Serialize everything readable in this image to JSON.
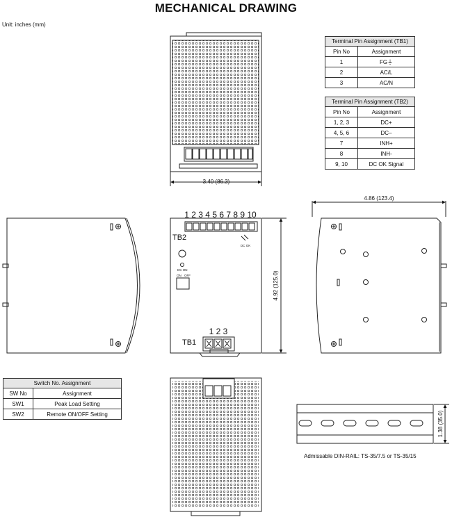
{
  "title": "MECHANICAL DRAWING",
  "unit_note": "Unit: inches (mm)",
  "tb1": {
    "caption": "Terminal Pin Assignment (TB1)",
    "headers": [
      "Pin No",
      "Assignment"
    ],
    "rows": [
      [
        "1",
        "FG⏚"
      ],
      [
        "2",
        "AC/L"
      ],
      [
        "3",
        "AC/N"
      ]
    ]
  },
  "tb2": {
    "caption": "Terminal Pin Assignment (TB2)",
    "headers": [
      "Pin No",
      "Assignment"
    ],
    "rows": [
      [
        "1, 2, 3",
        "DC+"
      ],
      [
        "4, 5, 6",
        "DC–"
      ],
      [
        "7",
        "INH+"
      ],
      [
        "8",
        "INH-"
      ],
      [
        "9, 10",
        "DC OK Signal"
      ]
    ]
  },
  "switch": {
    "caption": "Switch No. Assignment",
    "headers": [
      "SW No",
      "Assignment"
    ],
    "rows": [
      [
        "SW1",
        "Peak Load Setting"
      ],
      [
        "SW2",
        "Remote ON/OFF Setting"
      ]
    ]
  },
  "dims": {
    "width": "3.40 (86.3)",
    "depth": "4.86 (123.4)",
    "height": "4.92 (125.0)",
    "rail_height": "1.38 (35.0)"
  },
  "front_labels": {
    "tb2_pins": "1 2 3 4 5 6 7 8 9 10",
    "tb2": "TB2",
    "tb1_pins": "1  2  3",
    "tb1": "TB1",
    "dc_ok": "DC OK",
    "dc_adj": "DC ON",
    "sw_on": "ON",
    "sw_off": "OFF"
  },
  "rail_caption": "Admissable DIN-RAIL: TS-35/7.5 or TS-35/15"
}
